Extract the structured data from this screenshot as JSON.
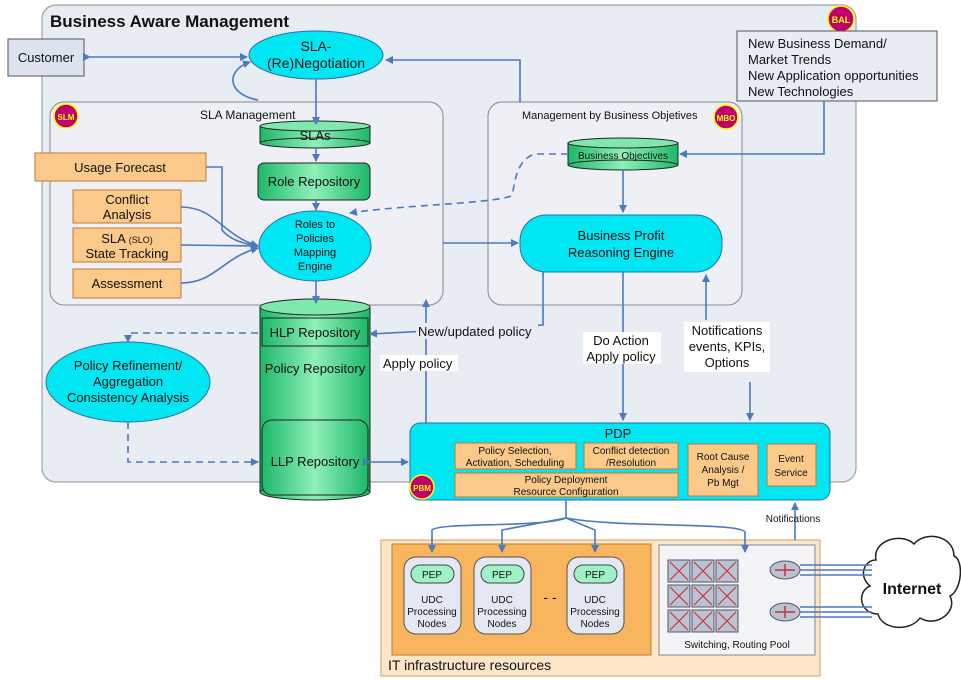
{
  "title": "Business Aware Management",
  "badges": {
    "bal": "BAL",
    "slm": "SLM",
    "mbo": "MBO",
    "pbm": "PBM"
  },
  "customer": "Customer",
  "sla_negotiation": {
    "line1": "SLA-",
    "line2": "(Re)Negotiation"
  },
  "external_drivers": [
    "New Business Demand/",
    "Market Trends",
    "New Application opportunities",
    "New Technologies"
  ],
  "sla_management": {
    "label": "SLA Management",
    "slas": "SLAs",
    "role_repository": "Role Repository",
    "mapping_engine": [
      "Roles to",
      "Policies",
      "Mapping",
      "Engine"
    ],
    "usage_forecast": "Usage Forecast",
    "conflict_analysis": [
      "Conflict",
      "Analysis"
    ],
    "sla_state": {
      "line1a": "SLA ",
      "line1b": "(SLO)",
      "line2": "State Tracking"
    },
    "assessment": "Assessment"
  },
  "mbo": {
    "label": "Management by Business Objetives",
    "business_objectives": "Business Objectives",
    "reasoning_engine": [
      "Business Profit",
      "Reasoning Engine"
    ]
  },
  "policy_repository": {
    "label": "Policy Repository",
    "hlp": "HLP Repository",
    "llp": "LLP Repository"
  },
  "policy_refinement": [
    "Policy Refinement/",
    "Aggregation",
    "Consistency Analysis"
  ],
  "arrow_labels": {
    "new_policy": "New/updated policy",
    "apply_policy": "Apply policy",
    "do_action": [
      "Do Action",
      "Apply policy"
    ],
    "notifications": [
      "Notifications",
      "events, KPIs,",
      "Options"
    ],
    "notifications_small": "Notifications"
  },
  "pdp": {
    "label": "PDP",
    "selection": [
      "Policy Selection,",
      "Activation, Scheduling"
    ],
    "conflict": [
      "Conflict detection",
      "/Resolution"
    ],
    "deployment": [
      "Policy Deployment",
      "Resource Configuration"
    ],
    "root_cause": [
      "Root Cause",
      "Analysis /",
      "Pb Mgt"
    ],
    "event_service": [
      "Event",
      "Service"
    ]
  },
  "infrastructure": {
    "label": "IT infrastructure resources",
    "pep": "PEP",
    "node": [
      "UDC",
      "Processing",
      "Nodes"
    ],
    "dots": "- -",
    "switching": "Switching, Routing Pool",
    "internet": "Internet"
  },
  "colors": {
    "cyan": "#00e6f2",
    "orange": "#fbc98a",
    "green": "#3fd48a",
    "light_panel": "#e8ecf3",
    "badge": "#c0006f",
    "arrow": "#4a7ac0"
  }
}
